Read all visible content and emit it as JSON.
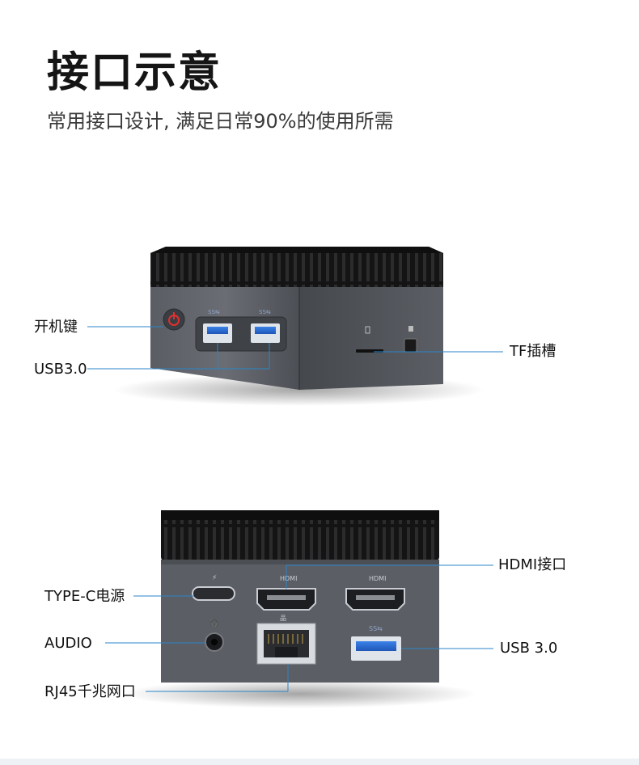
{
  "header": {
    "title": "接口示意",
    "subtitle": "常用接口设计, 满足日常90%的使用所需"
  },
  "front_view": {
    "labels": {
      "power_button": "开机键",
      "usb3": "USB3.0",
      "tf_slot": "TF插槽"
    }
  },
  "rear_view": {
    "labels": {
      "hdmi": "HDMI接口",
      "type_c": "TYPE-C电源",
      "audio": "AUDIO",
      "usb3": "USB 3.0",
      "rj45": "RJ45千兆网口"
    }
  },
  "colors": {
    "leader_line": "#2b86c9",
    "body_dark": "#3c3e43",
    "power_icon": "#e03030",
    "usb_blue": "#2f6fd6"
  },
  "icons": [
    "power-icon",
    "usb-port-icon",
    "hdmi-port-icon",
    "type-c-port-icon",
    "audio-jack-icon",
    "rj45-port-icon",
    "tf-slot-icon"
  ]
}
